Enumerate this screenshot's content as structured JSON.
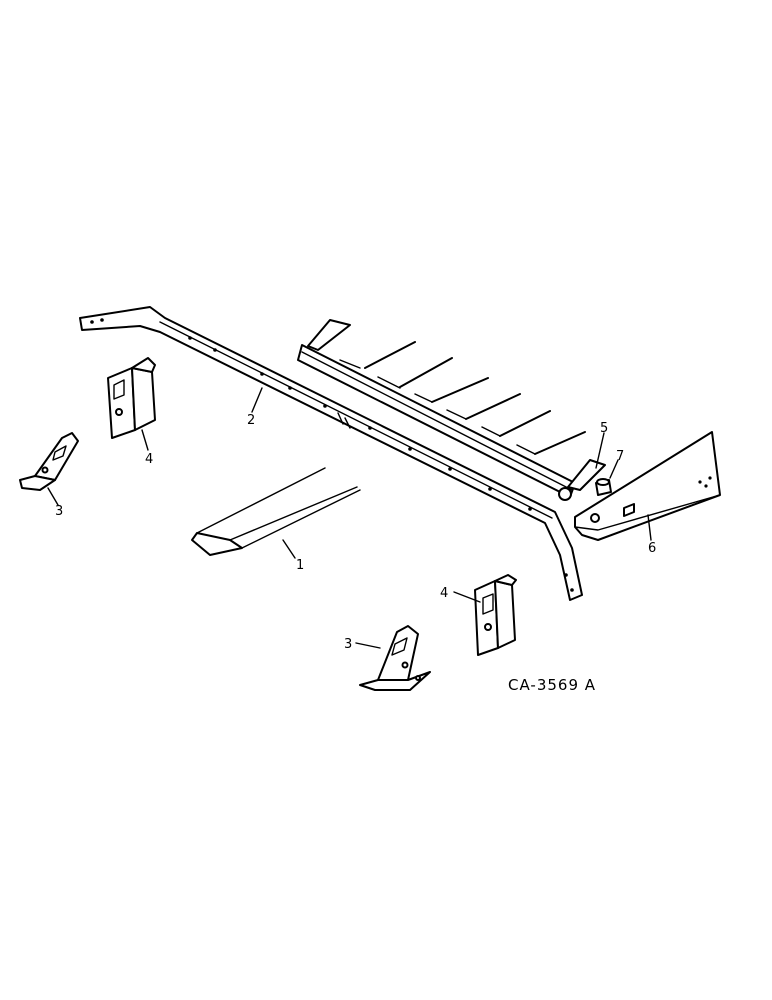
{
  "drawing": {
    "code": "CA-3569 A",
    "callouts": [
      "1",
      "2",
      "3",
      "3",
      "4",
      "4",
      "5",
      "6",
      "7"
    ]
  }
}
